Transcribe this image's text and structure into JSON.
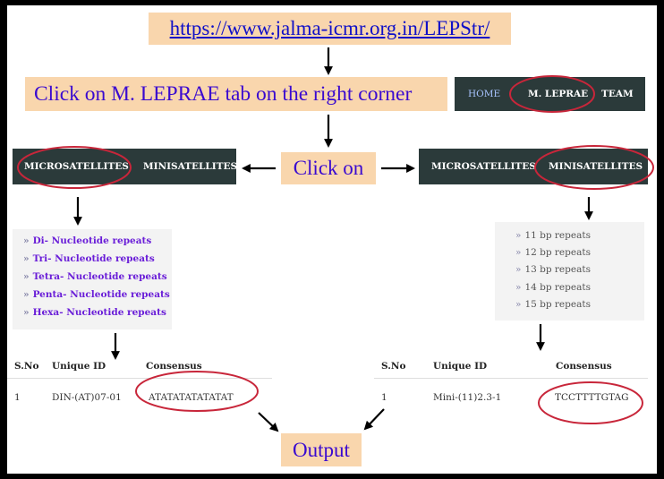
{
  "url_text": "https://www.jalma-icmr.org.in/LEPStr/",
  "instruction_text": "Click on M. LEPRAE tab on the right corner",
  "click_on_text": "Click on",
  "output_text": "Output",
  "top_nav": {
    "home": "HOME",
    "m_leprae": "M. LEPRAE",
    "team": "TEAM"
  },
  "left_nav": {
    "microsatellites": "MICROSATELLITES",
    "minisatellites": "MINISATELLITES"
  },
  "right_nav": {
    "microsatellites": "MICROSATELLITES",
    "minisatellites": "MINISATELLITES"
  },
  "micro_list": {
    "items": [
      {
        "label": "Di- Nucleotide repeats"
      },
      {
        "label": "Tri- Nucleotide repeats"
      },
      {
        "label": "Tetra- Nucleotide repeats"
      },
      {
        "label": "Penta- Nucleotide repeats"
      },
      {
        "label": "Hexa- Nucleotide repeats"
      }
    ]
  },
  "mini_list": {
    "items": [
      {
        "label": "11 bp repeats"
      },
      {
        "label": "12 bp repeats"
      },
      {
        "label": "13 bp repeats"
      },
      {
        "label": "14 bp repeats"
      },
      {
        "label": "15 bp repeats"
      }
    ]
  },
  "bullet_char": "»",
  "left_table": {
    "headers": [
      "S.No",
      "Unique ID",
      "Consensus"
    ],
    "row": [
      "1",
      "DIN-(AT)07-01",
      "ATATATATATATAT"
    ]
  },
  "right_table": {
    "headers": [
      "S.No",
      "Unique ID",
      "Consensus"
    ],
    "row": [
      "1",
      "Mini-(11)2.3-1",
      "TCCTTTTGTAG"
    ]
  },
  "colors": {
    "highlight_box": "#f9d6ad",
    "instruction_text": "#3a0ad0",
    "url_text": "#1010c8",
    "nav_bg": "#2b3a3a",
    "nav_home": "#a8c4ff",
    "circle": "#c8263a",
    "list_purple": "#6a1ed8"
  }
}
